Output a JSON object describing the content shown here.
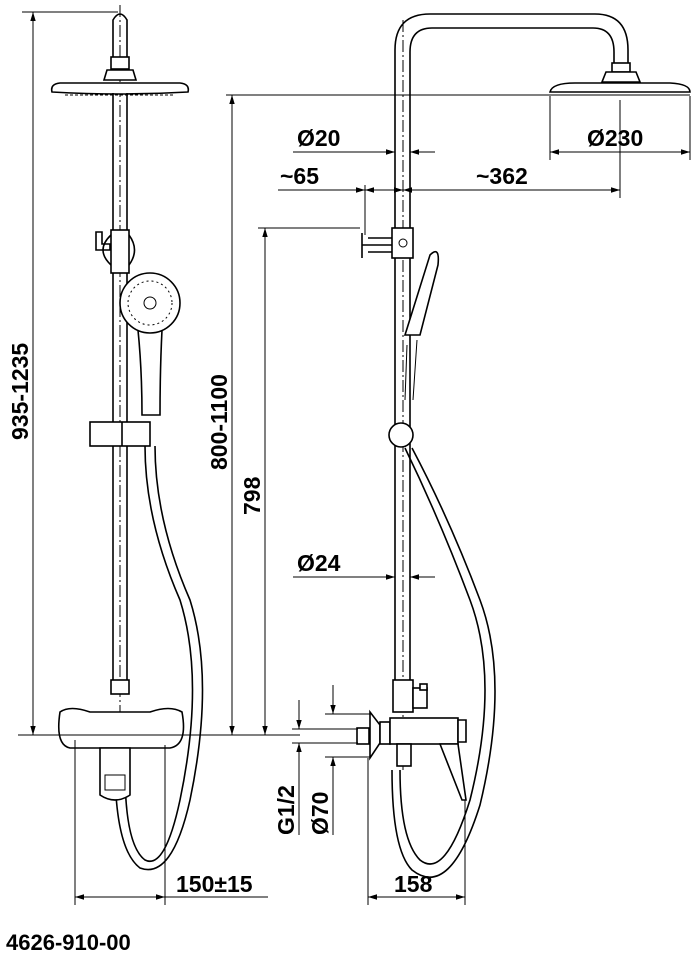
{
  "drawing": {
    "product_code": "4626-910-00",
    "front_view": {
      "total_height": "935-1235",
      "mixer_distance": "150±15"
    },
    "side_view": {
      "height_range": "800-1100",
      "slide_height": "798",
      "pipe_top_diameter": "Ø20",
      "head_diameter": "Ø230",
      "offset_small": "~65",
      "projection": "~362",
      "pipe_diameter": "Ø24",
      "thread": "G1/2",
      "flange_diameter": "Ø70",
      "mixer_depth": "158"
    }
  }
}
